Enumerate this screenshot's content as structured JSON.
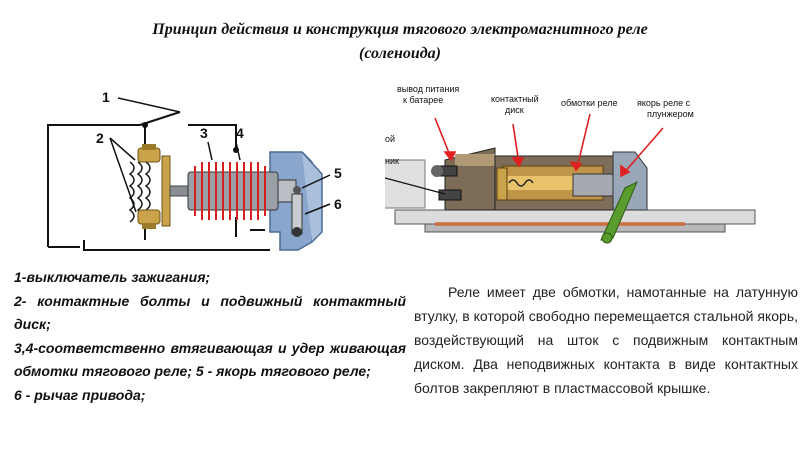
{
  "title": {
    "line1": "Принцип действия и конструкция тягового электромагнитного реле",
    "line2": "(соленоида)"
  },
  "left_figure": {
    "callouts": [
      "1",
      "2",
      "3",
      "4",
      "5",
      "6"
    ]
  },
  "right_figure": {
    "labels": {
      "power_out_line1": "вывод питания",
      "power_out_line2": "к батарее",
      "contact_disc_line1": "контактный",
      "contact_disc_line2": "диск",
      "windings": "обмотки реле",
      "armature_line1": "якорь реле с",
      "armature_line2": "плунжером",
      "cut_left_1": "ой",
      "cut_left_2": "ник"
    }
  },
  "legend": {
    "items": [
      "1-выключатель зажигания;",
      " 2- контактные болты и подвижный контактный диск;",
      " 3,4-соответственно втягивающая и удер живающая обмотки тягового реле; 5 - якорь тягового реле;",
      " 6 - рычаг привода;"
    ]
  },
  "description": "Реле имеет две обмотки, намотанные на латунную втулку, в которой свободно перемещается стальной якорь, воздействующий на шток с подвижным контактным диском. Два неподвижных контакта в виде контактных болтов закрепляют в пластмассовой крышке.",
  "colors": {
    "coil_red": "#d42020",
    "brass": "#c9a24a",
    "steel": "#8a8e93",
    "housing_blue": "#7e9bc2",
    "lever_green": "#5a9c2e",
    "callout_arrow": "#e02020"
  }
}
